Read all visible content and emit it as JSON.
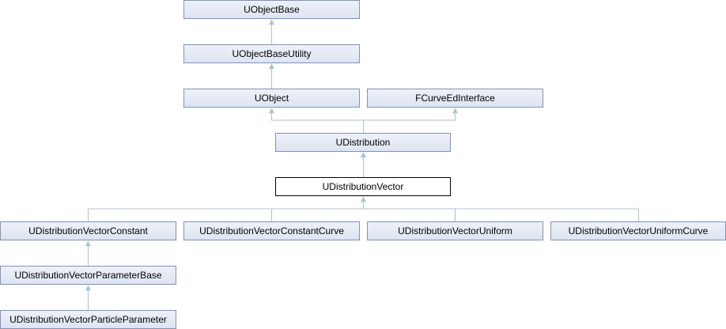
{
  "diagram": {
    "nodes": {
      "uobjectbase": "UObjectBase",
      "uobjectbaseutility": "UObjectBaseUtility",
      "uobject": "UObject",
      "fcurvedinterface": "FCurveEdInterface",
      "udistribution": "UDistribution",
      "udistributionvector": "UDistributionVector",
      "udistributionvectorconstant": "UDistributionVectorConstant",
      "udistributionvectorconstantcurve": "UDistributionVectorConstantCurve",
      "udistributionvectoruniform": "UDistributionVectorUniform",
      "udistributionvectoruniformcurve": "UDistributionVectorUniformCurve",
      "udistributionvectorparameterbase": "UDistributionVectorParameterBase",
      "udistributionvectorparticleparameter": "UDistributionVectorParticleParameter"
    },
    "colors": {
      "node_border": "#8393b6",
      "node_fill_top": "#eef1f8",
      "node_fill_bottom": "#dde3f0",
      "current_border": "#000000",
      "edge": "#a8c4d6"
    }
  }
}
